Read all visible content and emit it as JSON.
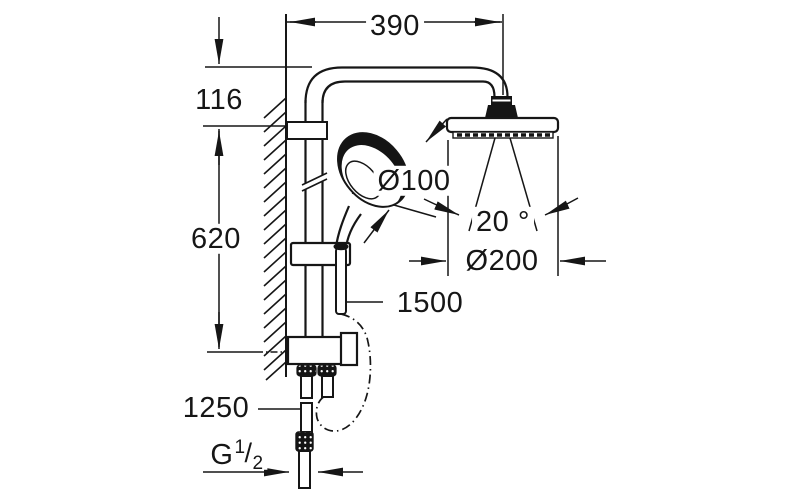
{
  "drawing": {
    "dimensions": {
      "top_width": "390",
      "arm_offset": "116",
      "rail_length": "620",
      "hand_shower_diameter": "Ø100",
      "spray_angle": "20 °",
      "head_diameter": "Ø200",
      "hose_length": "1500",
      "inlet_pipe_length": "1250",
      "thread_letter": "G",
      "thread_numerator": "1",
      "thread_slash": "/",
      "thread_denominator": "2"
    },
    "colors": {
      "line": "#161616",
      "background": "#ffffff"
    }
  }
}
